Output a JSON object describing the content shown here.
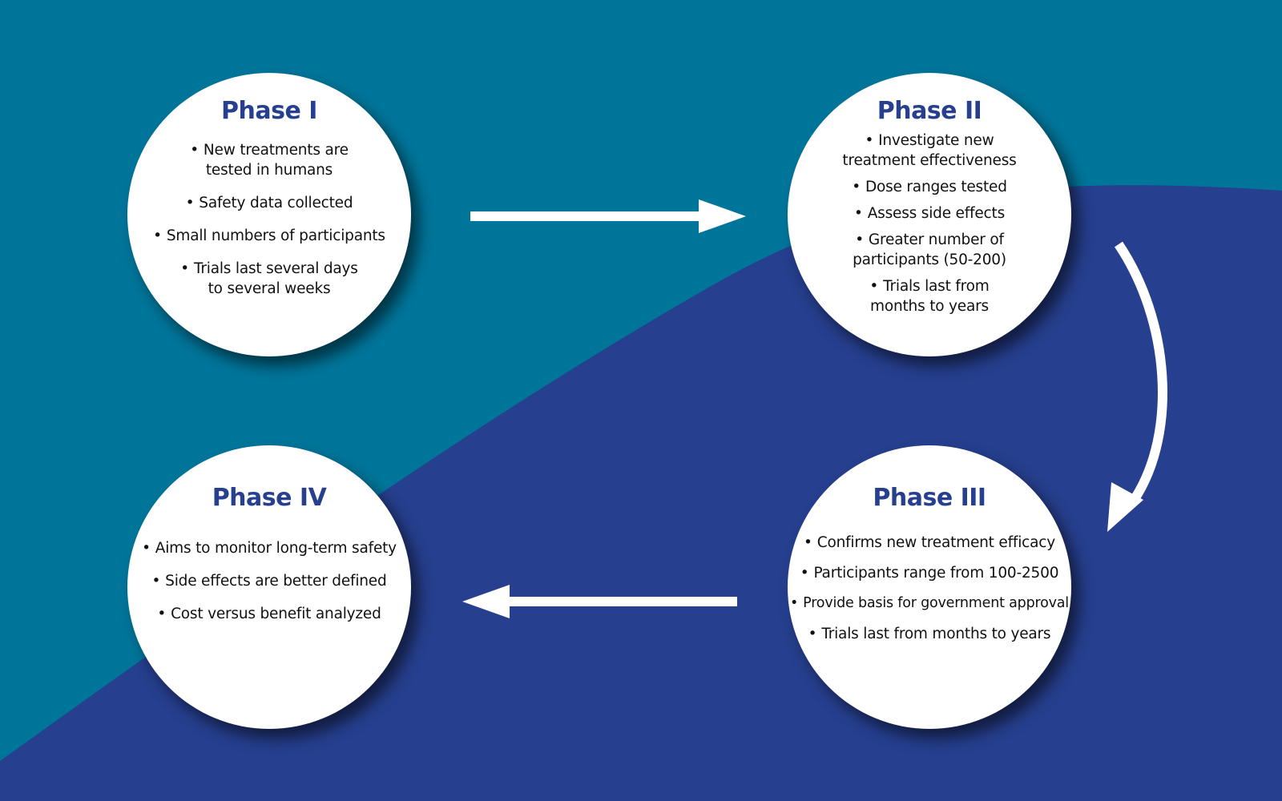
{
  "colors": {
    "background_top": "#00759a",
    "background_bottom": "#263f8e",
    "circle": "#ffffff",
    "title": "#263f8e",
    "arrow": "#ffffff"
  },
  "phases": [
    {
      "title": "Phase I",
      "items": [
        "New treatments are\ntested in humans",
        "Safety data collected",
        "Small numbers of participants",
        "Trials last several days\nto several weeks"
      ]
    },
    {
      "title": "Phase II",
      "items": [
        "Investigate new\ntreatment effectiveness",
        "Dose ranges tested",
        "Assess side effects",
        "Greater number of\nparticipants (50-200)",
        "Trials last from\nmonths to years"
      ]
    },
    {
      "title": "Phase III",
      "items": [
        "Confirms new treatment efficacy",
        "Participants range from 100-2500",
        "Provide basis for government approval",
        "Trials last from months to years"
      ]
    },
    {
      "title": "Phase IV",
      "items": [
        "Aims to monitor long-term safety",
        "Side effects are better defined",
        "Cost versus benefit analyzed"
      ]
    }
  ]
}
